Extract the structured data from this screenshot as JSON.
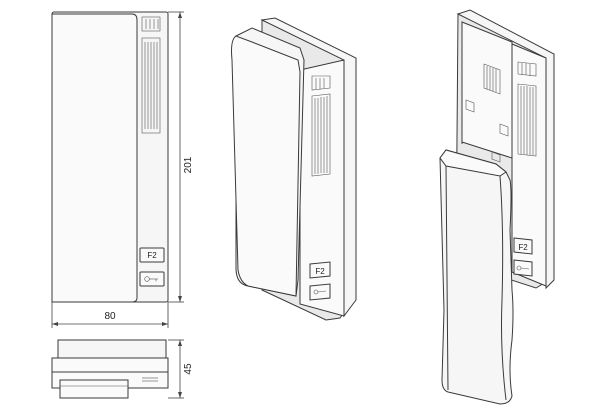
{
  "dimensions": {
    "height": "201",
    "width": "80",
    "depth": "45"
  },
  "buttons": {
    "f2": "F2"
  },
  "icons": {
    "key_button": "key-icon"
  }
}
